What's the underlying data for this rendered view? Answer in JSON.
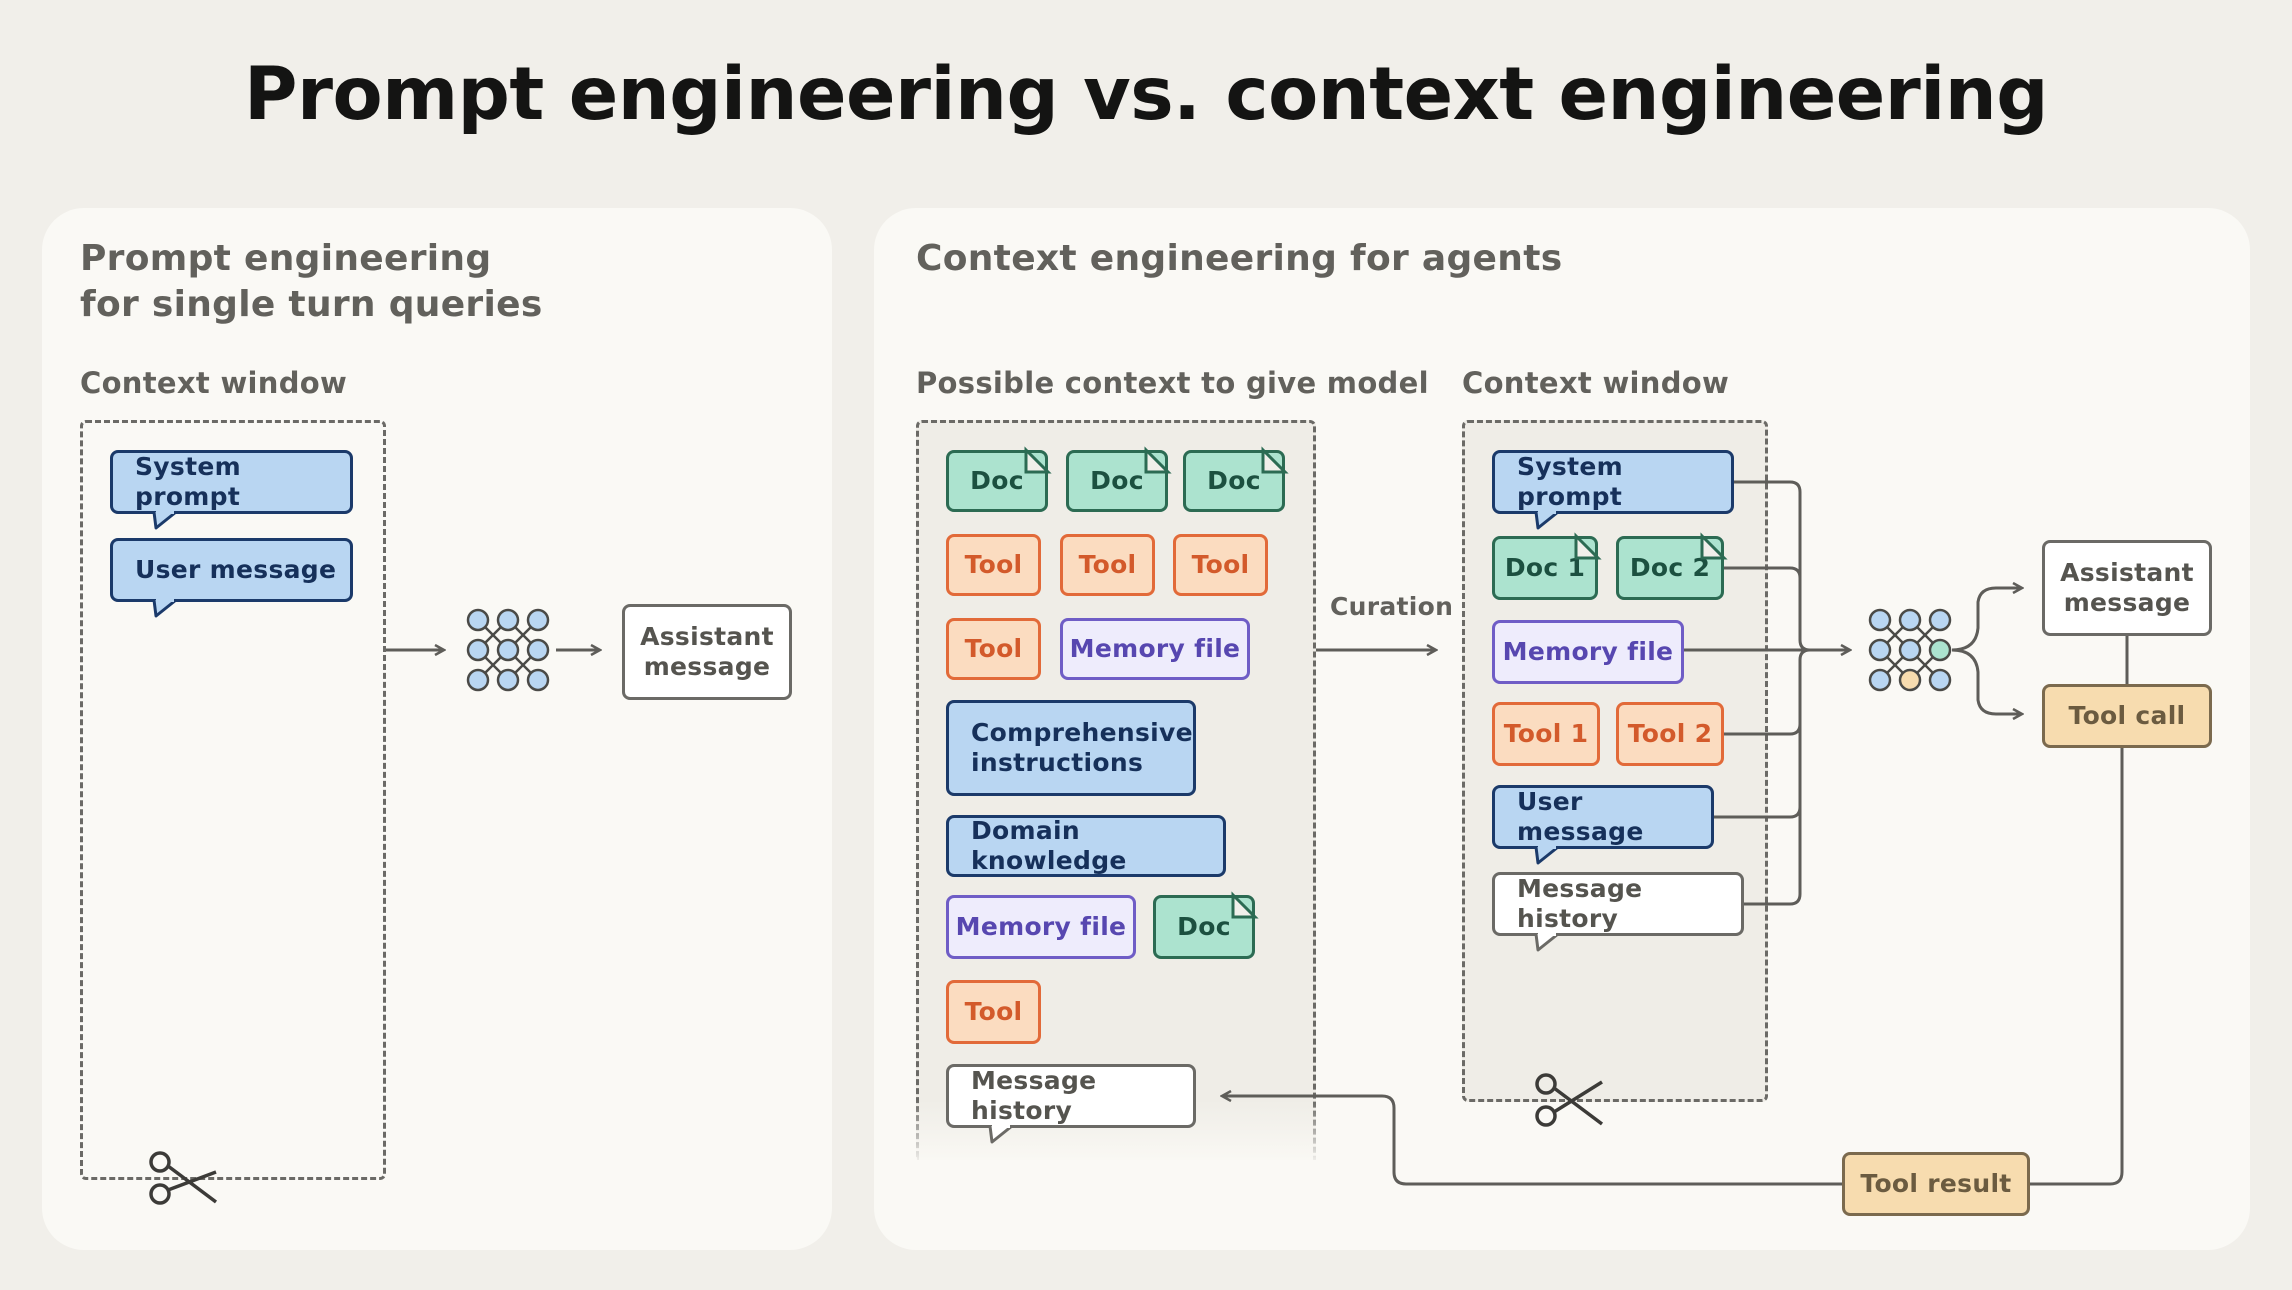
{
  "title": "Prompt engineering vs. context engineering",
  "left_panel": {
    "title_line1": "Prompt engineering",
    "title_line2": "for single turn queries",
    "window_label": "Context window",
    "system_prompt": "System prompt",
    "user_message": "User message",
    "assistant_line1": "Assistant",
    "assistant_line2": "message"
  },
  "right_panel": {
    "title": "Context engineering for agents",
    "possible_label": "Possible context to give model",
    "window_label": "Context window",
    "curation": "Curation",
    "possible": {
      "doc": "Doc",
      "tool": "Tool",
      "memory_file": "Memory file",
      "comprehensive_line1": "Comprehensive",
      "comprehensive_line2": "instructions",
      "domain_knowledge": "Domain knowledge",
      "message_history": "Message history"
    },
    "window": {
      "system_prompt": "System prompt",
      "doc1": "Doc 1",
      "doc2": "Doc 2",
      "memory_file": "Memory file",
      "tool1": "Tool 1",
      "tool2": "Tool 2",
      "user_message": "User message",
      "message_history": "Message history"
    },
    "assistant_line1": "Assistant",
    "assistant_line2": "message",
    "tool_call": "Tool call",
    "tool_result": "Tool result"
  },
  "colors": {
    "background": "#f1efea",
    "panel": "#faf9f5",
    "blue": "#b9d6f2",
    "green": "#ace3cf",
    "orange": "#fbdcc0",
    "purple": "#eeecfc",
    "tan": "#f7dcaf"
  },
  "icons": [
    "neural-network-icon",
    "scissors-icon",
    "arrow-icon"
  ]
}
